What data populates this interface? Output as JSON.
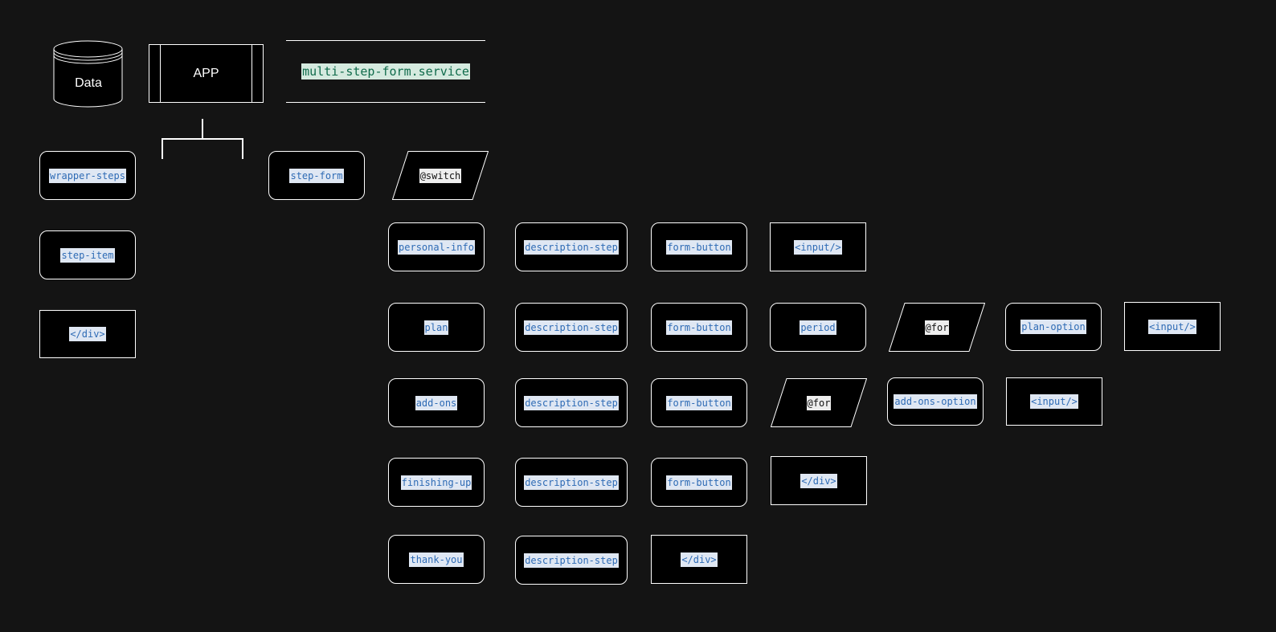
{
  "nodes": {
    "data": "Data",
    "app": "APP",
    "service": "multi-step-form.service",
    "wrapper_steps": "wrapper-steps",
    "step_item": "step-item",
    "wrapper_close": "</div>",
    "step_form": "step-form",
    "switch": "@switch",
    "rows": [
      {
        "step": "personal-info",
        "desc": "description-step",
        "button": "form-button",
        "extras": [
          "<input/>"
        ]
      },
      {
        "step": "plan",
        "desc": "description-step",
        "button": "form-button",
        "extras": [
          "period",
          "@for",
          "plan-option",
          "<input/>"
        ]
      },
      {
        "step": "add-ons",
        "desc": "description-step",
        "button": "form-button",
        "extras": [
          "@for",
          "add-ons-option",
          "<input/>"
        ]
      },
      {
        "step": "finishing-up",
        "desc": "description-step",
        "button": "form-button",
        "extras": [
          "</div>"
        ]
      },
      {
        "step": "thank-you",
        "desc": "description-step",
        "button": "</div>"
      }
    ]
  }
}
